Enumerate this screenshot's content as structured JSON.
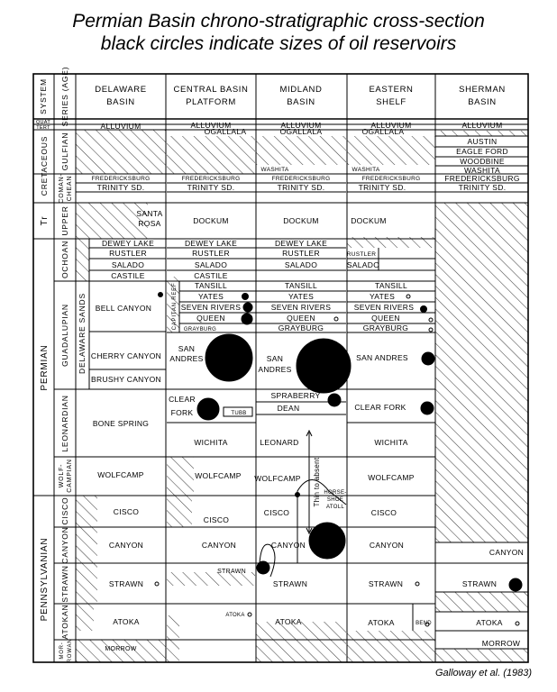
{
  "title_line1": "Permian Basin  chrono-stratigraphic cross-section",
  "title_line2": "black circles indicate sizes of oil reservoirs",
  "credit": "Galloway et al. (1983)",
  "header": {
    "system": "SYSTEM",
    "series": "SERIES (AGE)",
    "delaware_1": "DELAWARE",
    "delaware_2": "BASIN",
    "central_1": "CENTRAL BASIN",
    "central_2": "PLATFORM",
    "midland_1": "MIDLAND",
    "midland_2": "BASIN",
    "eastern_1": "EASTERN",
    "eastern_2": "SHELF",
    "sherman_1": "SHERMAN",
    "sherman_2": "BASIN"
  },
  "systems": {
    "quat": "QUAT",
    "tert": "TERT",
    "cretaceous": "CRETACEOUS",
    "triassic": "Tr",
    "permian": "PERMIAN",
    "pennsylvanian": "PENNSYLVANIAN"
  },
  "series": {
    "gulfian": "GULFIAN",
    "comanchean_1": "COMAN-",
    "comanchean_2": "CHEAN",
    "upper": "UPPER",
    "ochoan": "OCHOAN",
    "guadalupian": "GUADALUPIAN",
    "leonardian": "LEONARDIAN",
    "wolfcampian_1": "WOLF-",
    "wolfcampian_2": "CAMPIAN",
    "cisco": "CISCO",
    "canyon": "CANYON",
    "strawn": "STRAWN",
    "atokan": "ATOKAN",
    "morrowan_1": "MOR-",
    "morrowan_2": "ROWAN"
  },
  "delaware": {
    "alluvium": "ALLUVIUM",
    "fredericksburg": "FREDERICKSBURG",
    "trinity": "TRINITY SD.",
    "santa_1": "SANTA",
    "santa_2": "ROSA",
    "dewey": "DEWEY LAKE",
    "rustler": "RUSTLER",
    "salado": "SALADO",
    "castile": "CASTILE",
    "delaware_sands": "DELAWARE SANDS",
    "bell": "BELL CANYON",
    "cherry": "CHERRY CANYON",
    "brushy": "BRUSHY CANYON",
    "bone": "BONE SPRING",
    "wolfcamp": "WOLFCAMP",
    "cisco": "CISCO",
    "canyon": "CANYON",
    "strawn": "STRAWN",
    "atoka": "ATOKA",
    "morrow": "MORROW"
  },
  "central": {
    "alluvium": "ALLUVIUM",
    "ogallala": "OGALLALA",
    "fredericksburg": "FREDERICKSBURG",
    "trinity": "TRINITY SD.",
    "dockum": "DOCKUM",
    "dewey": "DEWEY LAKE",
    "rustler": "RUSTLER",
    "salado": "SALADO",
    "castile": "CASTILE",
    "capitan": "CAPITAN REEF",
    "tansill": "TANSILL",
    "yates": "YATES",
    "seven": "SEVEN RIVERS",
    "queen": "QUEEN",
    "grayburg": "GRAYBURG",
    "san_1": "SAN",
    "san_2": "ANDRES",
    "clear_1": "CLEAR",
    "clear_2": "FORK",
    "tubb": "TUBB",
    "wichita": "WICHITA",
    "wolfcamp": "WOLFCAMP",
    "cisco": "CISCO",
    "canyon": "CANYON",
    "strawn": "STRAWN",
    "atoka": "ATOKA"
  },
  "midland": {
    "alluvium": "ALLUVIUM",
    "ogallala": "OGALLALA",
    "washita": "WASHITA",
    "fredericksburg": "FREDERICKSBURG",
    "trinity": "TRINITY SD.",
    "dockum": "DOCKUM",
    "dewey": "DEWEY LAKE",
    "rustler": "RUSTLER",
    "salado": "SALADO",
    "tansill": "TANSILL",
    "yates": "YATES",
    "seven": "SEVEN RIVERS",
    "queen": "QUEEN",
    "grayburg": "GRAYBURG",
    "san_1": "SAN",
    "san_2": "ANDRES",
    "spraberry": "SPRABERRY",
    "dean": "DEAN",
    "leonard": "LEONARD",
    "wolfcamp": "WOLFCAMP",
    "thin": "Thin to absent",
    "cisco": "CISCO",
    "horse_1": "HORSE-",
    "horse_2": "SHOE",
    "horse_3": "ATOLL",
    "canyon": "CANYON",
    "strawn": "STRAWN",
    "atoka": "ATOKA"
  },
  "eastern": {
    "alluvium": "ALLUVIUM",
    "ogallala": "OGALLALA",
    "washita": "WASHITA",
    "fredericksburg": "FREDERICKSBURG",
    "trinity": "TRINITY SD.",
    "dockum": "DOCKUM",
    "rustler": "RUSTLER",
    "salado": "SALADO",
    "tansill": "TANSILL",
    "yates": "YATES",
    "seven": "SEVEN RIVERS",
    "queen": "QUEEN",
    "grayburg": "GRAYBURG",
    "san": "SAN ANDRES",
    "clear": "CLEAR FORK",
    "wichita": "WICHITA",
    "wolfcamp": "WOLFCAMP",
    "cisco": "CISCO",
    "canyon": "CANYON",
    "strawn": "STRAWN",
    "atoka": "ATOKA",
    "bend": "BEND"
  },
  "sherman": {
    "alluvium": "ALLUVIUM",
    "austin": "AUSTIN",
    "eagle": "EAGLE FORD",
    "woodbine": "WOODBINE",
    "washita": "WASHITA",
    "fredericksburg": "FREDERICKSBURG",
    "trinity": "TRINITY SD.",
    "canyon": "CANYON",
    "strawn": "STRAWN",
    "atoka": "ATOKA",
    "morrow": "MORROW"
  }
}
